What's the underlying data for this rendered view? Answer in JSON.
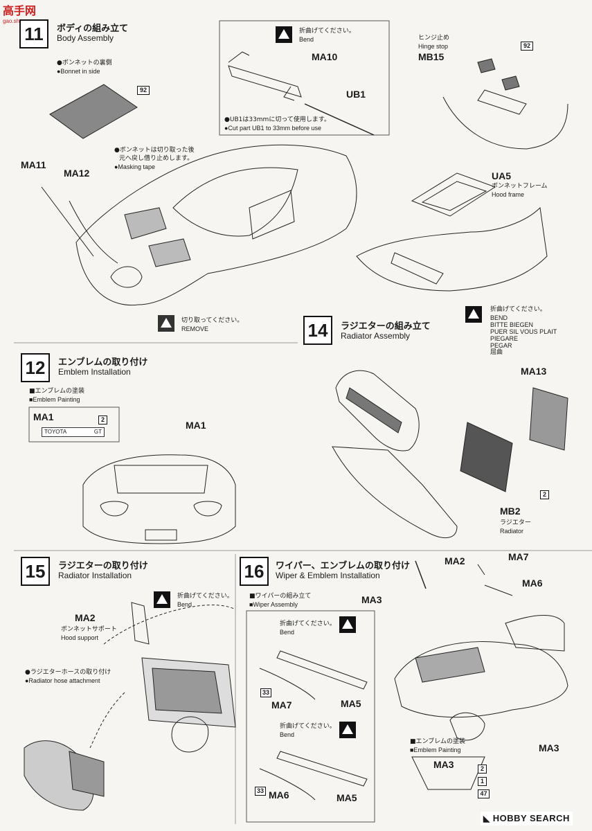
{
  "watermark": {
    "top": "高手网",
    "sub": "gao.shou.com"
  },
  "step11": {
    "num": "11",
    "jp": "ボディの組み立て",
    "en": "Body Assembly",
    "bonnet_jp": "●ボンネットの裏側",
    "bonnet_en": "●Bonnet in side",
    "part92": "92",
    "mask_jp1": "●ボンネットは切り取った後",
    "mask_jp2": "元へ戻し借り止めします。",
    "mask_en": "●Masking tape",
    "ma11": "MA11",
    "ma12": "MA12",
    "remove_jp": "切り取ってください。",
    "remove_en": "REMOVE"
  },
  "inset_bend": {
    "jp": "折曲げてください。",
    "en": "Bend",
    "ma10": "MA10",
    "ub1": "UB1",
    "cut_jp": "●UB1は33mmに切って使用します。",
    "cut_en": "●Cut part UB1 to 33mm before use"
  },
  "hinge": {
    "jp": "ヒンジ止め",
    "en": "Hinge stop",
    "mb15": "MB15",
    "part92": "92"
  },
  "ua5": {
    "label": "UA5",
    "jp": "ボンネットフレーム",
    "en": "Hood frame"
  },
  "bend_multi": {
    "jp": "折曲げてください。",
    "lines": [
      "BEND",
      "BITTE BIEGEN",
      "PUER SIL VOUS PLAIT",
      "PIEGARE",
      "PEGAR",
      "屈曲"
    ]
  },
  "step14": {
    "num": "14",
    "jp": "ラジエターの組み立て",
    "en": "Radiator Assembly",
    "ma13": "MA13",
    "mb2": "MB2",
    "mb2_jp": "ラジエター",
    "mb2_en": "Radiator",
    "part2": "2"
  },
  "step12": {
    "num": "12",
    "jp": "エンブレムの取り付け",
    "en": "Emblem Installation",
    "paint_jp": "■エンブレムの塗装",
    "paint_en": "■Emblem Painting",
    "ma1": "MA1",
    "part2": "2",
    "emblem": "TOYOTA",
    "emblem_gt": "GT",
    "ma1_label": "MA1"
  },
  "step15": {
    "num": "15",
    "jp": "ラジエターの取り付け",
    "en": "Radiator Installation",
    "bend_jp": "折曲げてください。",
    "bend_en": "Bend",
    "ma2": "MA2",
    "ma2_jp": "ボンネットサポート",
    "ma2_en": "Hood support",
    "hose_jp": "●ラジエターホースの取り付け",
    "hose_en": "●Radiator hose attachment"
  },
  "step16": {
    "num": "16",
    "jp": "ワイパー、エンブレムの取り付け",
    "en": "Wiper & Emblem Installation",
    "wiper_jp": "■ワイパーの組み立て",
    "wiper_en": "■Wiper Assembly",
    "bend_jp": "折曲げてください。",
    "bend_en": "Bend",
    "ma7": "MA7",
    "ma5": "MA5",
    "ma6": "MA6",
    "p33": "33",
    "ma2": "MA2",
    "ma3": "MA3",
    "paint_jp": "■エンブレムの塗装",
    "paint_en": "■Emblem Painting",
    "ma3box": "MA3",
    "c2": "2",
    "c1": "1",
    "c47": "47"
  },
  "footer": {
    "brand": "HOBBY SEARCH"
  }
}
